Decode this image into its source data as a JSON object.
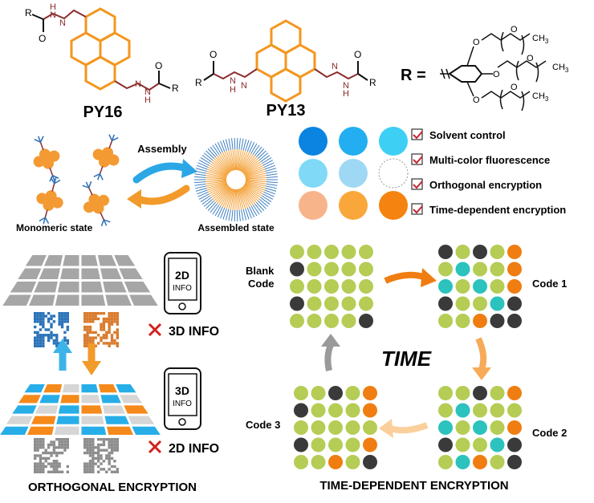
{
  "molecules": {
    "py16": {
      "name": "PY16",
      "r1": "R",
      "r2": "R",
      "o": "O",
      "n": "N",
      "h": "H"
    },
    "py13": {
      "name": "PY13",
      "r1": "R",
      "r2": "R",
      "o": "O",
      "n": "N",
      "h": "H"
    },
    "r_group": {
      "label": "R =",
      "o": "O",
      "ch3": "CH",
      "sub3": "3"
    }
  },
  "assembly": {
    "arrow_label": "Assembly",
    "monomeric": "Monomeric state",
    "assembled": "Assembled state"
  },
  "color_dots": [
    "#0a84e0",
    "#22aef0",
    "#3ecff5",
    "#7fd9f7",
    "#9fd8f4",
    "#ffffff",
    "#f7b48b",
    "#f9a73a",
    "#f5830f"
  ],
  "features": [
    "Solvent control",
    "Multi-color fluorescence",
    "Orthogonal encryption",
    "Time-dependent encryption"
  ],
  "orthogonal": {
    "phone_top": {
      "line1": "2D",
      "line2": "INFO"
    },
    "phone_bottom": {
      "line1": "3D",
      "line2": "INFO"
    },
    "cross_top": "3D INFO",
    "cross_bottom": "2D INFO",
    "title": "ORTHOGONAL ENCRYPTION"
  },
  "time": {
    "center": "TIME",
    "blank_line1": "Blank",
    "blank_line2": "Code",
    "code1": "Code 1",
    "code2": "Code 2",
    "code3": "Code 3",
    "title": "TIME-DEPENDENT ENCRYPTION"
  },
  "palette": {
    "green": "#b5cc55",
    "teal": "#2cc2bd",
    "orange": "#f07d11",
    "dark": "#3a3a3a",
    "grey": "#999999"
  },
  "grids": {
    "blank": [
      [
        "g",
        "g",
        "g",
        "g",
        "g"
      ],
      [
        "d",
        "g",
        "g",
        "g",
        "g"
      ],
      [
        "g",
        "g",
        "g",
        "g",
        "g"
      ],
      [
        "d",
        "g",
        "g",
        "g",
        "g"
      ],
      [
        "g",
        "g",
        "g",
        "g",
        "d"
      ]
    ],
    "code1": [
      [
        "d",
        "g",
        "d",
        "g",
        "o"
      ],
      [
        "g",
        "t",
        "g",
        "g",
        "o"
      ],
      [
        "t",
        "g",
        "t",
        "g",
        "o"
      ],
      [
        "d",
        "g",
        "g",
        "t",
        "d"
      ],
      [
        "g",
        "g",
        "o",
        "d",
        "d"
      ]
    ],
    "code2": [
      [
        "g",
        "g",
        "d",
        "g",
        "o"
      ],
      [
        "g",
        "t",
        "g",
        "g",
        "g"
      ],
      [
        "t",
        "g",
        "t",
        "g",
        "o"
      ],
      [
        "d",
        "g",
        "g",
        "t",
        "d"
      ],
      [
        "g",
        "t",
        "o",
        "g",
        "d"
      ]
    ],
    "code3": [
      [
        "g",
        "g",
        "d",
        "g",
        "o"
      ],
      [
        "d",
        "g",
        "g",
        "g",
        "o"
      ],
      [
        "g",
        "g",
        "g",
        "g",
        "g"
      ],
      [
        "d",
        "g",
        "g",
        "g",
        "o"
      ],
      [
        "g",
        "g",
        "o",
        "g",
        "d"
      ]
    ]
  },
  "tiles": {
    "top": [
      [
        "gray",
        "gray",
        "gray",
        "gray",
        "gray",
        "gray"
      ],
      [
        "gray",
        "gray",
        "gray",
        "gray",
        "gray",
        "gray"
      ],
      [
        "gray",
        "gray",
        "gray",
        "gray",
        "gray",
        "gray"
      ],
      [
        "gray",
        "gray",
        "gray",
        "gray",
        "gray",
        "gray"
      ]
    ],
    "bottom": [
      [
        "blue",
        "orange",
        "lgray",
        "blue",
        "orange",
        "blue"
      ],
      [
        "orange",
        "blue",
        "orange",
        "lgray",
        "blue",
        "lgray"
      ],
      [
        "blue",
        "lgray",
        "blue",
        "orange",
        "lgray",
        "orange"
      ],
      [
        "lgray",
        "orange",
        "blue",
        "lgray",
        "blue",
        "lgray"
      ],
      [
        "blue",
        "orange",
        "lgray",
        "blue",
        "orange",
        "blue"
      ]
    ]
  }
}
